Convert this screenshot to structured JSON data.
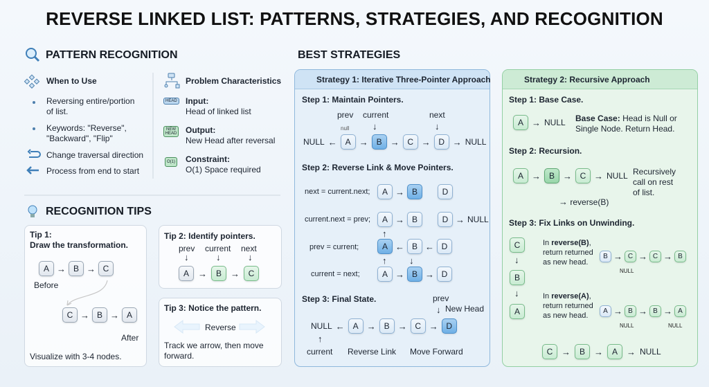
{
  "title": "REVERSE LINKED LIST: PATTERNS, STRATEGIES, AND RECOGNITION",
  "pattern": {
    "heading": "PATTERN RECOGNITION",
    "when": {
      "title": "When to Use",
      "items": [
        "Reversing entire/portion",
        "of list.",
        "Keywords: \"Reverse\",",
        "\"Backward\", \"Flip\"",
        "Change traversal direction",
        "Process from end to start"
      ]
    },
    "chars": {
      "title": "Problem Characteristics",
      "input_label": "Input:",
      "input": "Head of linked list",
      "output_label": "Output:",
      "output": "New Head after reversal",
      "constraint_label": "Constraint:",
      "constraint": "O(1) Space required",
      "icon_head": "HEAD",
      "icon_newhead": "NEW HEAD",
      "icon_o1": "O(1)"
    }
  },
  "tips": {
    "heading": "RECOGNITION TIPS",
    "tip1": {
      "title": "Tip 1:",
      "subtitle": "Draw the transformation.",
      "before_nodes": [
        "A",
        "B",
        "C"
      ],
      "before": "Before",
      "after_nodes": [
        "C",
        "B",
        "A"
      ],
      "after": "After",
      "footer": "Visualize with 3-4 nodes."
    },
    "tip2": {
      "title": "Tip 2: Identify pointers.",
      "labels": [
        "prev",
        "current",
        "next"
      ],
      "nodes": [
        "A",
        "B",
        "C"
      ]
    },
    "tip3": {
      "title": "Tip 3: Notice the pattern.",
      "arrow_label": "Reverse",
      "text1": "Track we arrow, then move",
      "text2": "forward."
    }
  },
  "strategies": {
    "heading": "BEST STRATEGIES",
    "s1": {
      "title": "Strategy 1: Iterative Three-Pointer Approach",
      "step1": {
        "title": "Step 1: Maintain Pointers.",
        "prev": "prev",
        "current": "current",
        "next": "next",
        "null_small": "null",
        "null": "NULL",
        "nodes": [
          "A",
          "B",
          "C",
          "D"
        ]
      },
      "step2": {
        "title": "Step 2: Reverse Link & Move Pointers.",
        "lines": [
          "next = current.next;",
          "current.next = prev;",
          "prev = current;",
          "current = next;"
        ],
        "nodes": [
          "A",
          "B",
          "D"
        ],
        "null": "NULL"
      },
      "step3": {
        "title": "Step 3: Final State.",
        "prev": "prev",
        "new_head": "New Head",
        "null": "NULL",
        "nodes": [
          "A",
          "B",
          "C",
          "D"
        ],
        "current": "current",
        "reverse_link": "Reverse Link",
        "move_forward": "Move Forward"
      }
    },
    "s2": {
      "title": "Strategy 2: Recursive Approach",
      "step1": {
        "title": "Step 1: Base Case.",
        "node": "A",
        "null": "NULL",
        "label": "Base Case:",
        "text1": "Head is Null or",
        "text2": "Single Node. Return Head."
      },
      "step2": {
        "title": "Step 2: Recursion.",
        "nodes": [
          "A",
          "B",
          "C"
        ],
        "null": "NULL",
        "call": "reverse(B)",
        "text": [
          "Recursively",
          "call on rest",
          "of list."
        ]
      },
      "step3": {
        "title": "Step 3: Fix Links on Unwinding.",
        "stack": [
          "C",
          "B",
          "A"
        ],
        "b_text": [
          "In ",
          "reverse(B)",
          ",",
          "return returned",
          "as new head."
        ],
        "b_nodes": [
          "B",
          "C",
          "C",
          "B"
        ],
        "a_text": [
          "In ",
          "reverse(A)",
          ",",
          "return returned",
          "as new head."
        ],
        "a_nodes": [
          "A",
          "B",
          "B",
          "A"
        ],
        "null_small": "NULL",
        "final": [
          "C",
          "B",
          "A"
        ],
        "null": "NULL"
      }
    }
  },
  "colors": {
    "accent_blue": "#6fb0e6",
    "accent_green": "#98d6aa",
    "text": "#1c2430"
  }
}
